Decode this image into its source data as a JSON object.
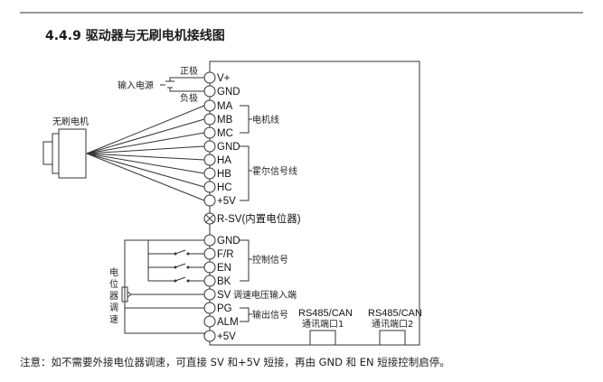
{
  "section": {
    "heading": "4.4.9  驱动器与无刷电机接线图"
  },
  "terminals": [
    "V+",
    "GND",
    "MA",
    "MB",
    "MC",
    "GND",
    "HA",
    "HB",
    "HC",
    "+5V",
    "R-SV(内置电位器)",
    "GND",
    "F/R",
    "EN",
    "BK",
    "SV",
    "PG",
    "ALM",
    "+5V"
  ],
  "labels": {
    "power_input": "输入电源",
    "positive": "正极",
    "negative": "负极",
    "motor": "无刷电机",
    "motor_wires": "电机线",
    "hall_wires": "霍尔信号线",
    "control_signal": "控制信号",
    "sv_desc": "调速电压输入端",
    "output_signal": "输出信号",
    "pot_vertical": [
      "电",
      "位",
      "器",
      "调",
      "速"
    ]
  },
  "ports": [
    {
      "name": "RS485/CAN",
      "desc": "通讯端口1"
    },
    {
      "name": "RS485/CAN",
      "desc": "通讯端口2"
    }
  ],
  "note": "注意：如不需要外接电位器调速，可直接 SV 和+5V 短接，再由 GND 和 EN 短接控制启停。"
}
